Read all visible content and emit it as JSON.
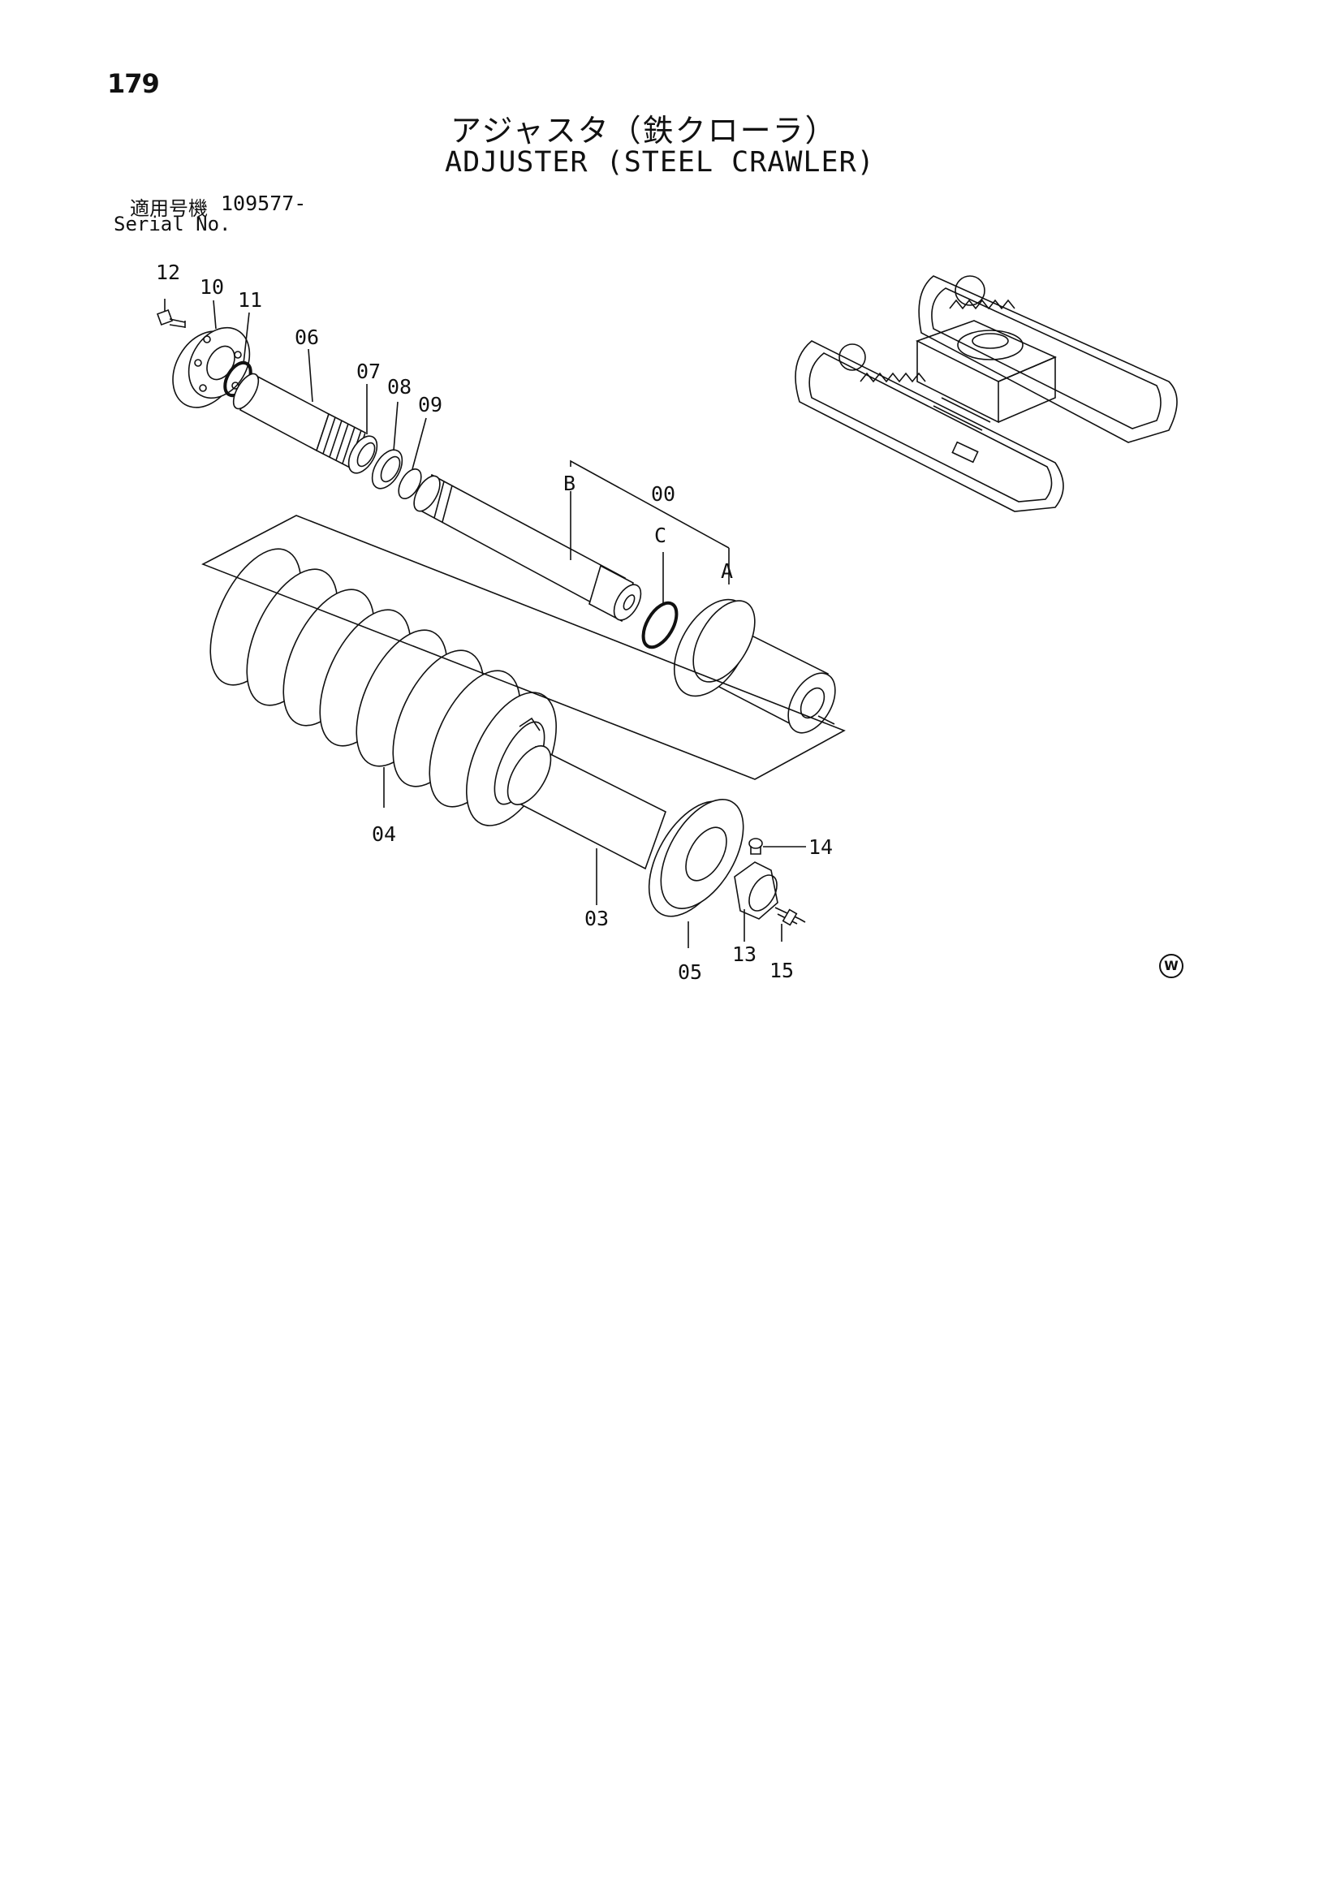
{
  "page": {
    "number": "179"
  },
  "title": {
    "japanese": "アジャスタ（鉄クローラ）",
    "english": "ADJUSTER (STEEL CRAWLER)"
  },
  "serial": {
    "label_jp": "適用号機",
    "value": "109577-",
    "label_en": "Serial No."
  },
  "parts": {
    "p00": "00",
    "p03": "03",
    "p04": "04",
    "p05": "05",
    "p06": "06",
    "p07": "07",
    "p08": "08",
    "p09": "09",
    "p10": "10",
    "p11": "11",
    "p12": "12",
    "p13": "13",
    "p14": "14",
    "p15": "15",
    "pA": "A",
    "pB": "B",
    "pC": "C"
  },
  "mark": "W"
}
